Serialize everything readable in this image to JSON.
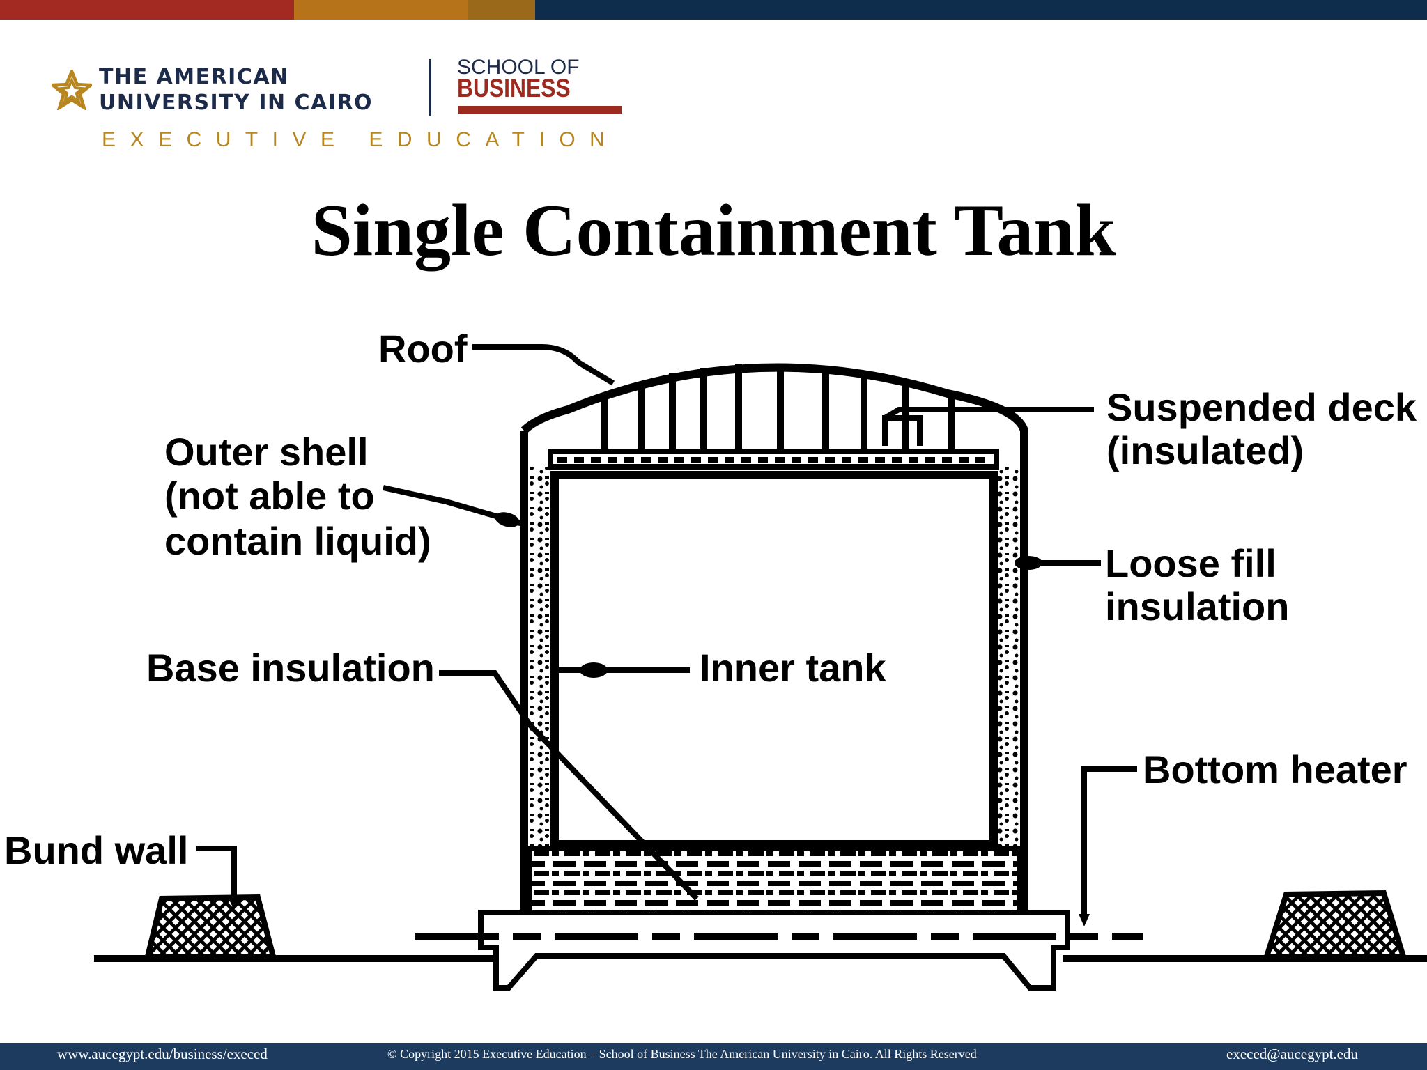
{
  "colors": {
    "topbar": [
      "#a32a22",
      "#b7731a",
      "#9a6a1a",
      "#0e2d4d"
    ],
    "footer_bg": "#1c3b5e",
    "aucnavy": "#1d2b4a",
    "business_red": "#9c2a1e",
    "exec_gold": "#b8861f"
  },
  "logo": {
    "icon": "auc-star-icon",
    "line1": "THE AMERICAN",
    "line2": "UNIVERSITY IN CAIRO",
    "school": "SCHOOL OF",
    "business": "BUSINESS",
    "exec": "EXECUTIVE EDUCATION"
  },
  "title": "Single Containment Tank",
  "diagram": {
    "labels": {
      "roof": "Roof",
      "outer_shell": [
        "Outer shell",
        "(not able to",
        "contain liquid)"
      ],
      "suspended_deck": [
        "Suspended deck",
        "(insulated)"
      ],
      "loose_fill": [
        "Loose fill",
        "insulation"
      ],
      "base_insulation": "Base insulation",
      "inner_tank": "Inner tank",
      "bottom_heater": "Bottom heater",
      "bund_wall": "Bund wall"
    }
  },
  "footer": {
    "left": "www.aucegypt.edu/business/execed",
    "center": "© Copyright 2015 Executive Education – School of Business The American University in Cairo. All Rights Reserved",
    "right": "execed@aucegypt.edu"
  }
}
